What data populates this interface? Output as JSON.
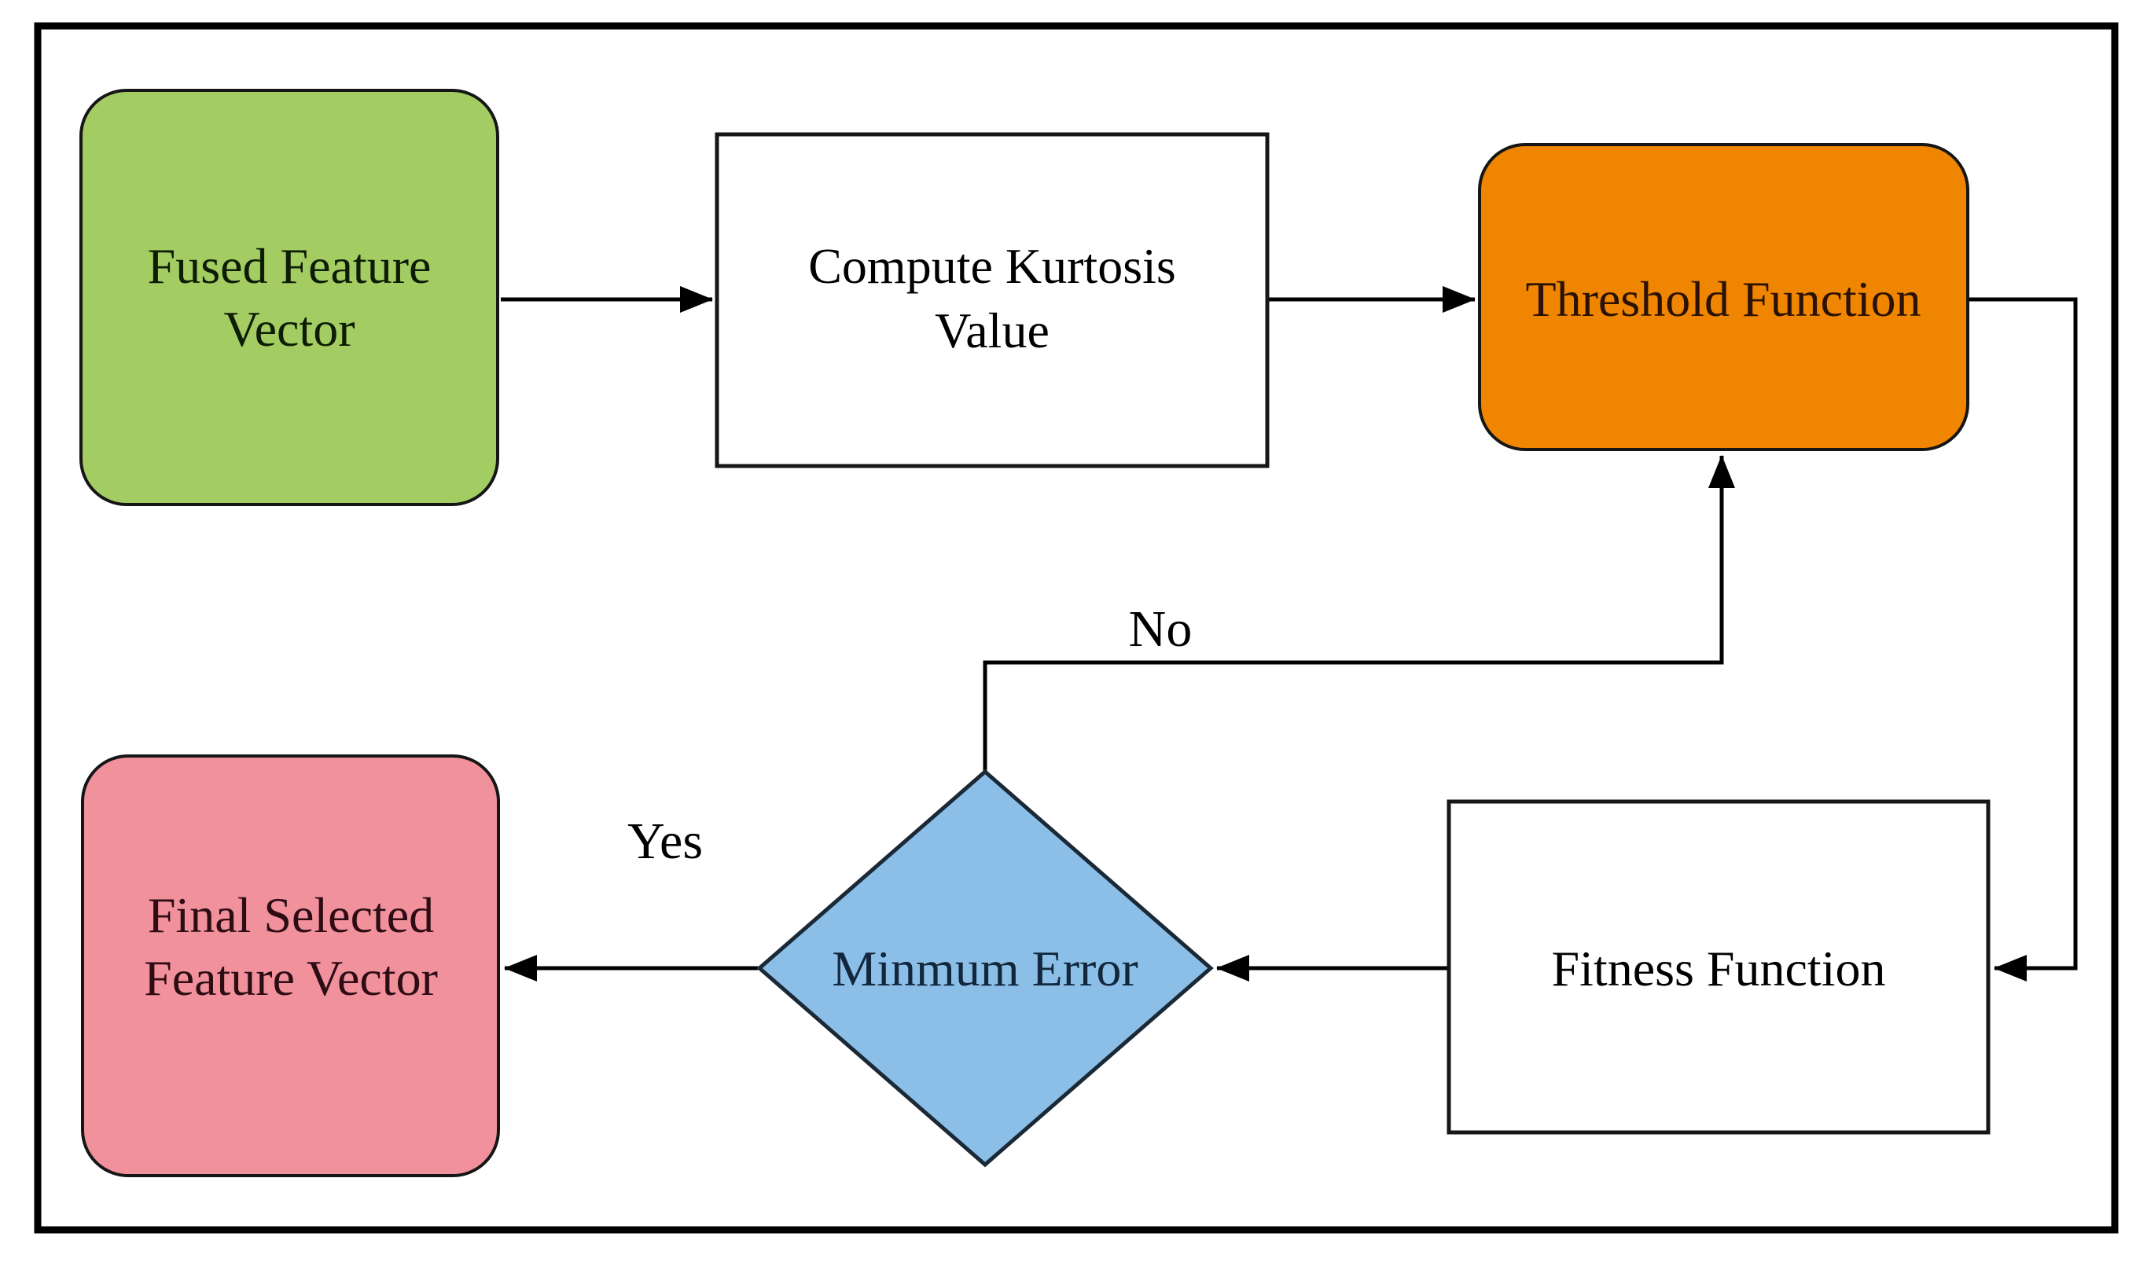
{
  "diagram": {
    "type": "flowchart",
    "nodes": {
      "fused_feature_vector": {
        "label": "Fused Feature Vector",
        "line1": "Fused Feature",
        "line2": "Vector",
        "shape": "rounded-rect",
        "fill": "#A3CC63"
      },
      "compute_kurtosis_value": {
        "label": "Compute Kurtosis Value",
        "line1": "Compute Kurtosis",
        "line2": "Value",
        "shape": "rect",
        "fill": "#FFFFFF"
      },
      "threshold_function": {
        "label": "Threshold Function",
        "shape": "rounded-rect",
        "fill": "#EF8500"
      },
      "fitness_function": {
        "label": "Fitness Function",
        "shape": "rect",
        "fill": "#FFFFFF"
      },
      "minimum_error_decision": {
        "label": "Minmum Error",
        "shape": "diamond",
        "fill": "#8BBFE8"
      },
      "final_selected_feature_vector": {
        "label": "Final Selected Feature Vector",
        "line1": "Final Selected",
        "line2": "Feature Vector",
        "shape": "rounded-rect",
        "fill": "#F0919C"
      }
    },
    "edges": [
      {
        "from": "fused_feature_vector",
        "to": "compute_kurtosis_value",
        "label": ""
      },
      {
        "from": "compute_kurtosis_value",
        "to": "threshold_function",
        "label": ""
      },
      {
        "from": "threshold_function",
        "to": "fitness_function",
        "label": ""
      },
      {
        "from": "fitness_function",
        "to": "minimum_error_decision",
        "label": ""
      },
      {
        "from": "minimum_error_decision",
        "to": "final_selected_feature_vector",
        "label": "Yes"
      },
      {
        "from": "minimum_error_decision",
        "to": "threshold_function",
        "label": "No"
      }
    ],
    "colors": {
      "green_fill": "#A3CC63",
      "orange_fill": "#EF8500",
      "pink_fill": "#F0919C",
      "blue_fill": "#8BBFE8",
      "white_fill": "#FFFFFF",
      "line": "#000000"
    }
  }
}
